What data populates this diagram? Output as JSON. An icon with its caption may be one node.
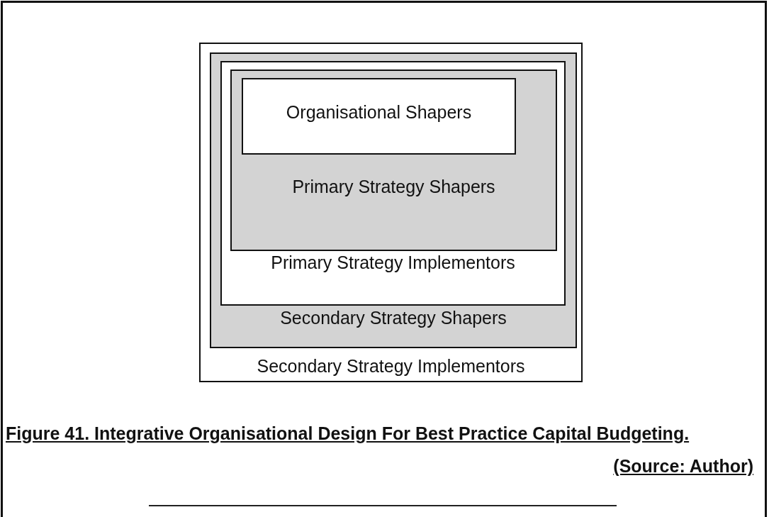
{
  "diagram": {
    "caption": "Figure 41. Integrative Organisational Design For Best Practice Capital Budgeting.",
    "nodes": [
      {
        "text": [
          "Secondary Strategy Implementors"
        ]
      },
      {
        "text": [
          "Secondary Strategy Shapers"
        ],
        "in": 0
      },
      {
        "text": [
          "Primary Strategy Implementors"
        ],
        "in": 1
      },
      {
        "text": [
          "Primary Strategy Shapers"
        ],
        "in": 2
      },
      {
        "text": [
          "Organisational Shapers"
        ],
        "in": 3
      }
    ],
    "labels": [
      "(Source: Author)"
    ]
  }
}
